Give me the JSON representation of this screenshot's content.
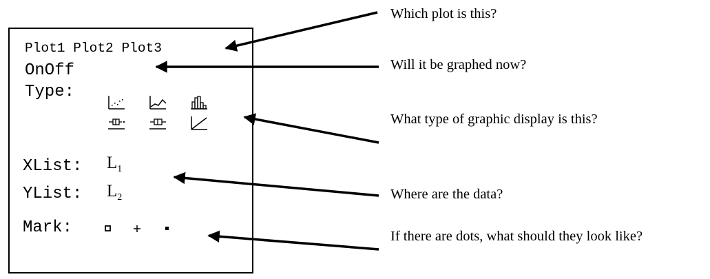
{
  "screen": {
    "plots": [
      "Plot1",
      "Plot2",
      "Plot3"
    ],
    "onoff": "OnOff",
    "type_label": "Type:",
    "type_icons": [
      "scatter-plot-icon",
      "xyline-plot-icon",
      "histogram-icon",
      "modified-boxplot-icon",
      "boxplot-icon",
      "normal-probability-plot-icon"
    ],
    "xlist_label": "XList:",
    "xlist_value": {
      "letter": "L",
      "sub": "1"
    },
    "ylist_label": "YList:",
    "ylist_value": {
      "letter": "L",
      "sub": "2"
    },
    "mark_label": "Mark:",
    "mark_icons": [
      "box-mark-icon",
      "plus-mark-icon",
      "dot-mark-icon"
    ]
  },
  "callouts": {
    "which_plot": "Which plot is this?",
    "graphed_now": "Will it be graphed now?",
    "display_type": "What type of graphic display is this?",
    "data_location": "Where are the data?",
    "dot_look": "If there are dots, what should they look like?"
  }
}
